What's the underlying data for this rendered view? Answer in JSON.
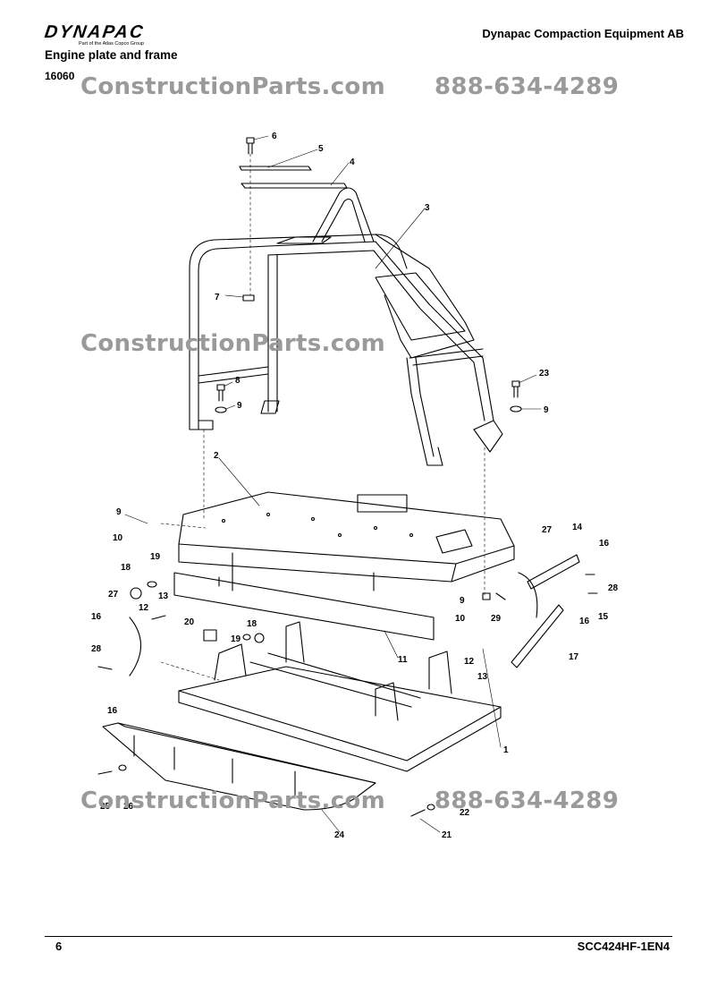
{
  "header": {
    "logo_text": "DYNAPAC",
    "logo_subtitle": "Part of the Atlas Copco Group",
    "company": "Dynapac Compaction Equipment AB",
    "title": "Engine plate and frame",
    "code": "16060"
  },
  "watermarks": {
    "site": "ConstructionParts.com",
    "phone": "888-634-4289"
  },
  "callouts": [
    {
      "id": "c6",
      "label": "6"
    },
    {
      "id": "c5",
      "label": "5"
    },
    {
      "id": "c4",
      "label": "4"
    },
    {
      "id": "c3",
      "label": "3"
    },
    {
      "id": "c7",
      "label": "7"
    },
    {
      "id": "c8",
      "label": "8"
    },
    {
      "id": "c9a",
      "label": "9"
    },
    {
      "id": "c23",
      "label": "23"
    },
    {
      "id": "c9b",
      "label": "9"
    },
    {
      "id": "c2",
      "label": "2"
    },
    {
      "id": "c9c",
      "label": "9"
    },
    {
      "id": "c10a",
      "label": "10"
    },
    {
      "id": "c27a",
      "label": "27"
    },
    {
      "id": "c14",
      "label": "14"
    },
    {
      "id": "c16a",
      "label": "16"
    },
    {
      "id": "c18a",
      "label": "18"
    },
    {
      "id": "c19a",
      "label": "19"
    },
    {
      "id": "c13a",
      "label": "13"
    },
    {
      "id": "c28a",
      "label": "28"
    },
    {
      "id": "c27b",
      "label": "27"
    },
    {
      "id": "c12a",
      "label": "12"
    },
    {
      "id": "c9d",
      "label": "9"
    },
    {
      "id": "c16b",
      "label": "16"
    },
    {
      "id": "c15",
      "label": "15"
    },
    {
      "id": "c10b",
      "label": "10"
    },
    {
      "id": "c29",
      "label": "29"
    },
    {
      "id": "c16c",
      "label": "16"
    },
    {
      "id": "c20",
      "label": "20"
    },
    {
      "id": "c18b",
      "label": "18"
    },
    {
      "id": "c19b",
      "label": "19"
    },
    {
      "id": "c28b",
      "label": "28"
    },
    {
      "id": "c11",
      "label": "11"
    },
    {
      "id": "c12b",
      "label": "12"
    },
    {
      "id": "c17",
      "label": "17"
    },
    {
      "id": "c13b",
      "label": "13"
    },
    {
      "id": "c16d",
      "label": "16"
    },
    {
      "id": "c1",
      "label": "1"
    },
    {
      "id": "c25",
      "label": "25"
    },
    {
      "id": "c26",
      "label": "26"
    },
    {
      "id": "c22",
      "label": "22"
    },
    {
      "id": "c24",
      "label": "24"
    },
    {
      "id": "c21",
      "label": "21"
    }
  ],
  "footer": {
    "page_number": "6",
    "document_code": "SCC424HF-1EN4"
  }
}
